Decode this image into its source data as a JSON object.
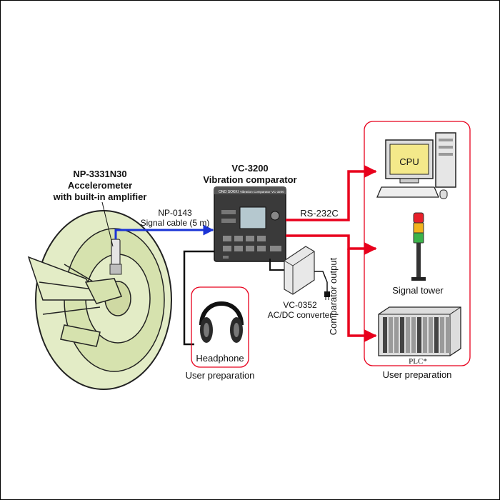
{
  "accelerometer": {
    "model": "NP-3331N30",
    "line1": "Accelerometer",
    "line2": "with built-in amplifier"
  },
  "comparator": {
    "model": "VC-3200",
    "name": "Vibration comparator",
    "brand_text": "ONO SOKKI",
    "panel_title": "Vibration Comparator VC-3200"
  },
  "cable": {
    "model": "NP-0143",
    "desc": "Signal cable (5 m)"
  },
  "rs232": "RS-232C",
  "comparator_output": "Comparator output",
  "converter": {
    "model": "VC-0352",
    "desc": "AC/DC converter"
  },
  "cpu": {
    "screen_text": "CPU"
  },
  "signal_tower": "Signal tower",
  "plc": "PLC*",
  "headphone": "Headphone",
  "user_prep_left": "User preparation",
  "user_prep_right": "User preparation",
  "colors": {
    "red": "#e8001c",
    "blue": "#1a33d6",
    "wheel_green": "#e3ecc6",
    "device_dark": "#3a3a3a"
  }
}
